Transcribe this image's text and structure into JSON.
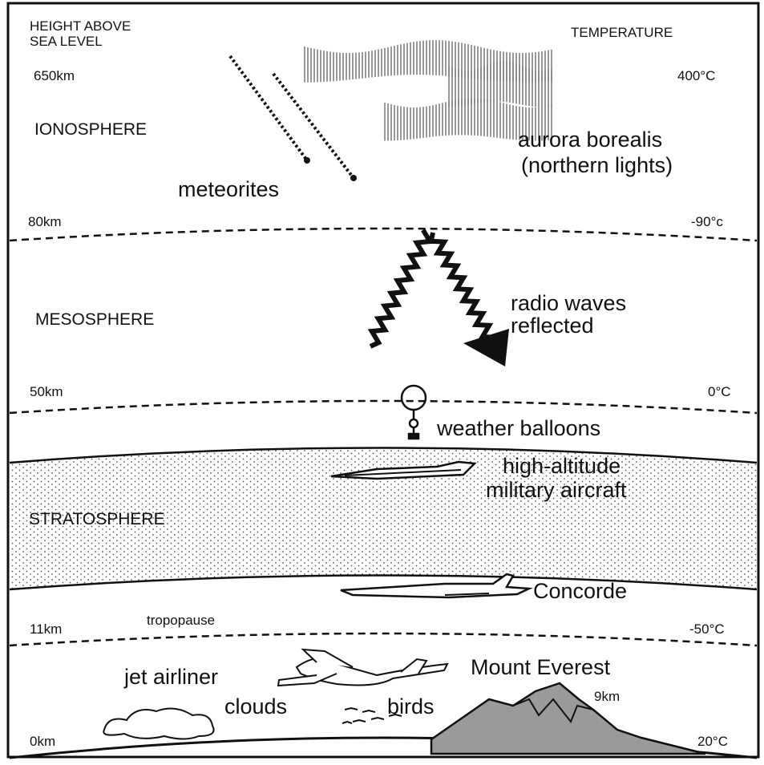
{
  "header": {
    "height_label_line1": "HEIGHT ABOVE",
    "height_label_line2": "SEA LEVEL",
    "temperature_label": "TEMPERATURE"
  },
  "altitudes": {
    "top": "650km",
    "mesopause": "80km",
    "stratopause": "50km",
    "tropopause": "11km",
    "ground": "0km"
  },
  "temperatures": {
    "top": "400°C",
    "mesopause": "-90°c",
    "stratopause": "0°C",
    "tropopause": "-50°C",
    "ground": "20°C"
  },
  "layers": {
    "ionosphere": "IONOSPHERE",
    "mesosphere": "MESOSPHERE",
    "stratosphere": "STRATOSPHERE",
    "tropopause": "tropopause"
  },
  "features": {
    "meteorites": "meteorites",
    "aurora_line1": "aurora borealis",
    "aurora_line2": "(northern lights)",
    "radio_line1": "radio waves",
    "radio_line2": "reflected",
    "weather_balloons": "weather balloons",
    "military_line1": "high-altitude",
    "military_line2": "military aircraft",
    "concorde": "Concorde",
    "jet_airliner": "jet airliner",
    "mount_everest": "Mount Everest",
    "everest_height": "9km",
    "clouds": "clouds",
    "birds": "birds"
  },
  "colors": {
    "line": "#111111",
    "mountain_fill": "#9a9a9a",
    "stratosphere_dots": "#555555"
  }
}
